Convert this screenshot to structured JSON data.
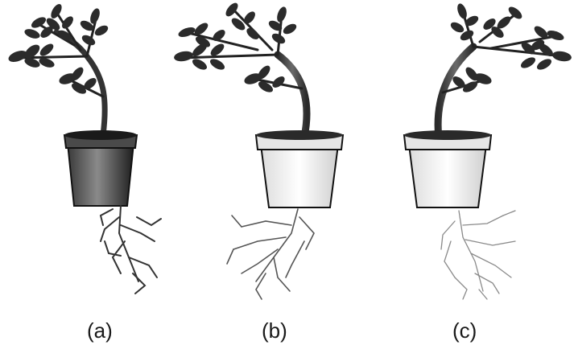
{
  "figure": {
    "panels": [
      {
        "id": "a",
        "label": "(a)"
      },
      {
        "id": "b",
        "label": "(b)"
      },
      {
        "id": "c",
        "label": "(c)"
      }
    ]
  }
}
